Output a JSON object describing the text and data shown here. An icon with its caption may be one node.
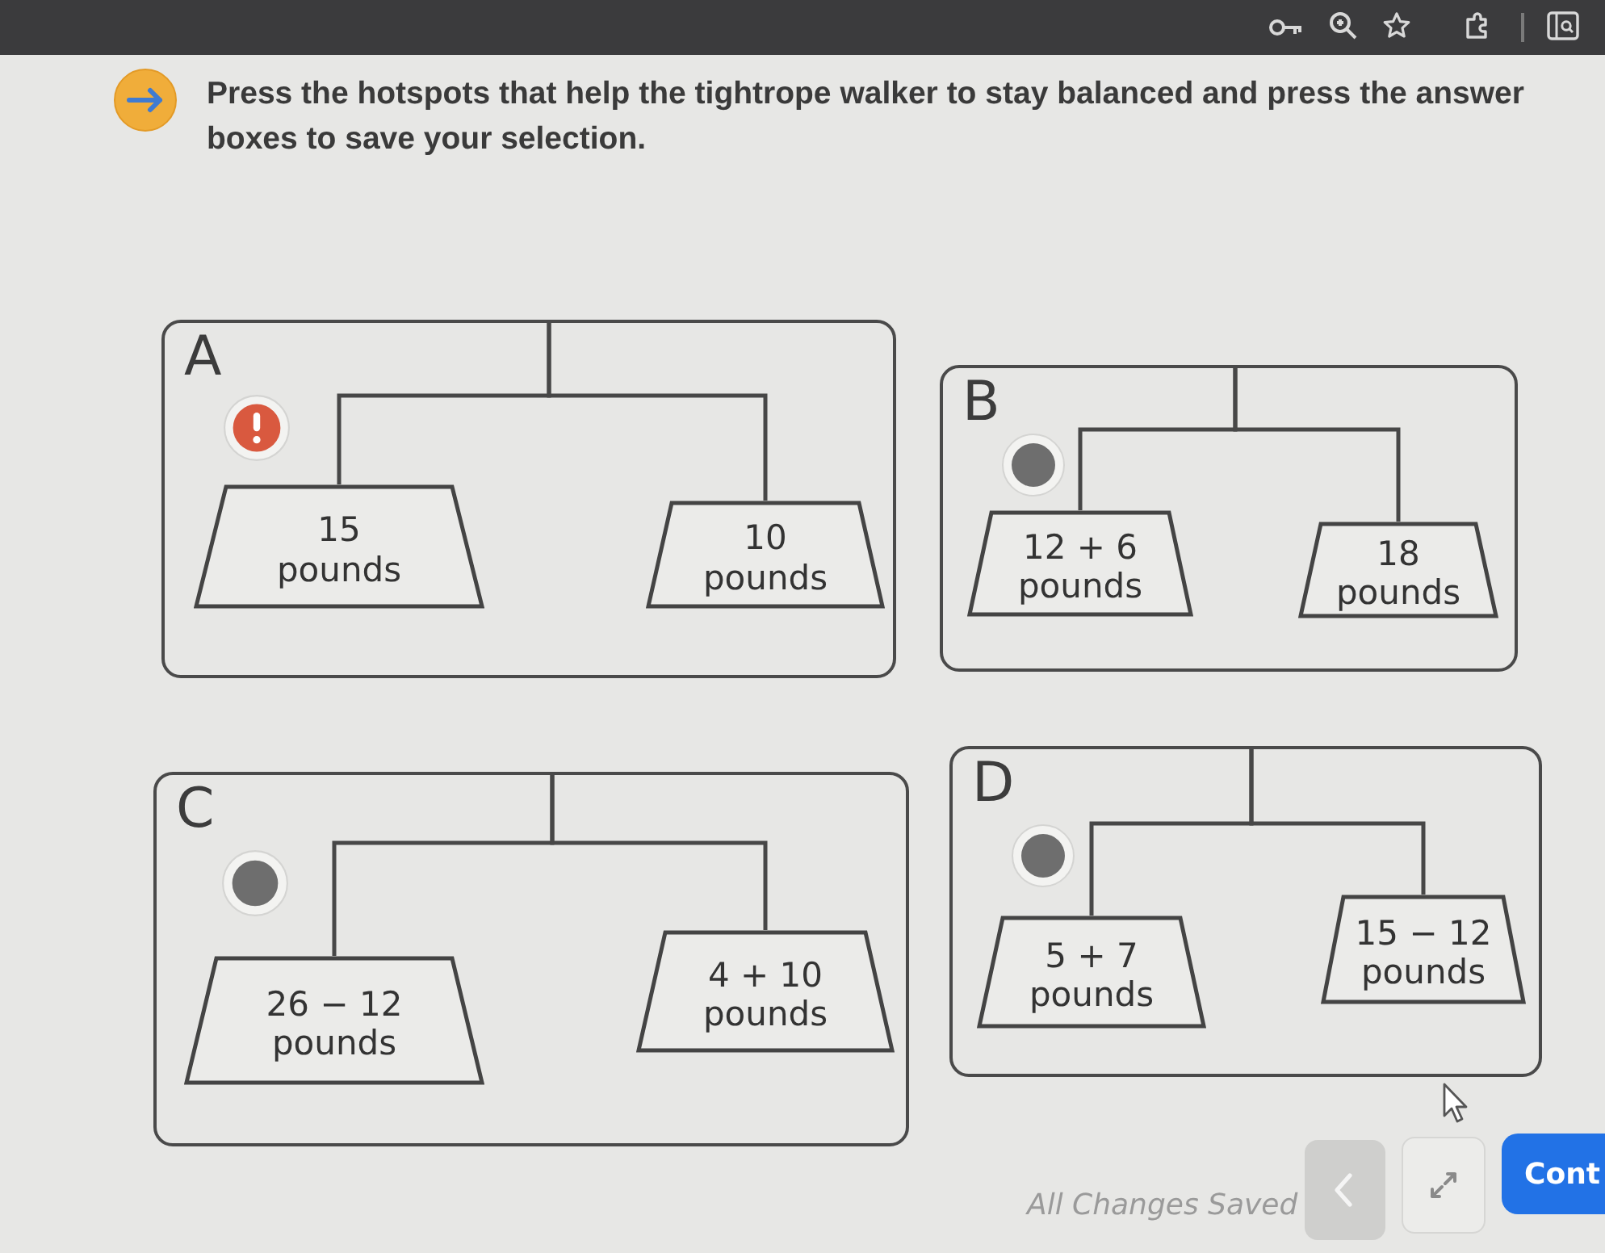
{
  "diagram": {
    "title": "Press the hotspots that help the tightrope walker to stay balanced and press the answer boxes to save your selection.",
    "nodes": [
      {
        "text": [
          "A"
        ]
      },
      {
        "text": [],
        "shape": "circle",
        "in": 0
      },
      {
        "text": [
          "15 pounds"
        ],
        "in": 0
      },
      {
        "text": [
          "10 pounds"
        ],
        "in": 0
      },
      {
        "text": [
          "B"
        ]
      },
      {
        "text": [],
        "shape": "circle",
        "in": 4
      },
      {
        "text": [
          "12 + 6 pounds"
        ],
        "in": 4
      },
      {
        "text": [
          "18 pounds"
        ],
        "in": 4
      },
      {
        "text": [
          "C"
        ]
      },
      {
        "text": [],
        "shape": "circle",
        "in": 8
      },
      {
        "text": [
          "26 − 12 pounds"
        ],
        "in": 8
      },
      {
        "text": [
          "4 + 10 pounds"
        ],
        "in": 8
      },
      {
        "text": [
          "D"
        ]
      },
      {
        "text": [],
        "shape": "circle",
        "in": 12
      },
      {
        "text": [
          "5 + 7 pounds"
        ],
        "in": 12
      },
      {
        "text": [
          "15 − 12 pounds"
        ],
        "in": 12
      }
    ],
    "edges": [
      {
        "from": 0,
        "to": 2,
        "arrow": "none"
      },
      {
        "from": 0,
        "to": 3,
        "arrow": "none"
      },
      {
        "from": 4,
        "to": 6,
        "arrow": "none"
      },
      {
        "from": 4,
        "to": 7,
        "arrow": "none"
      },
      {
        "from": 8,
        "to": 10,
        "arrow": "none"
      },
      {
        "from": 8,
        "to": 11,
        "arrow": "none"
      },
      {
        "from": 12,
        "to": 14,
        "arrow": "none"
      },
      {
        "from": 12,
        "to": 15,
        "arrow": "none"
      }
    ],
    "labels": [
      "All Changes Saved",
      "Cont"
    ]
  }
}
